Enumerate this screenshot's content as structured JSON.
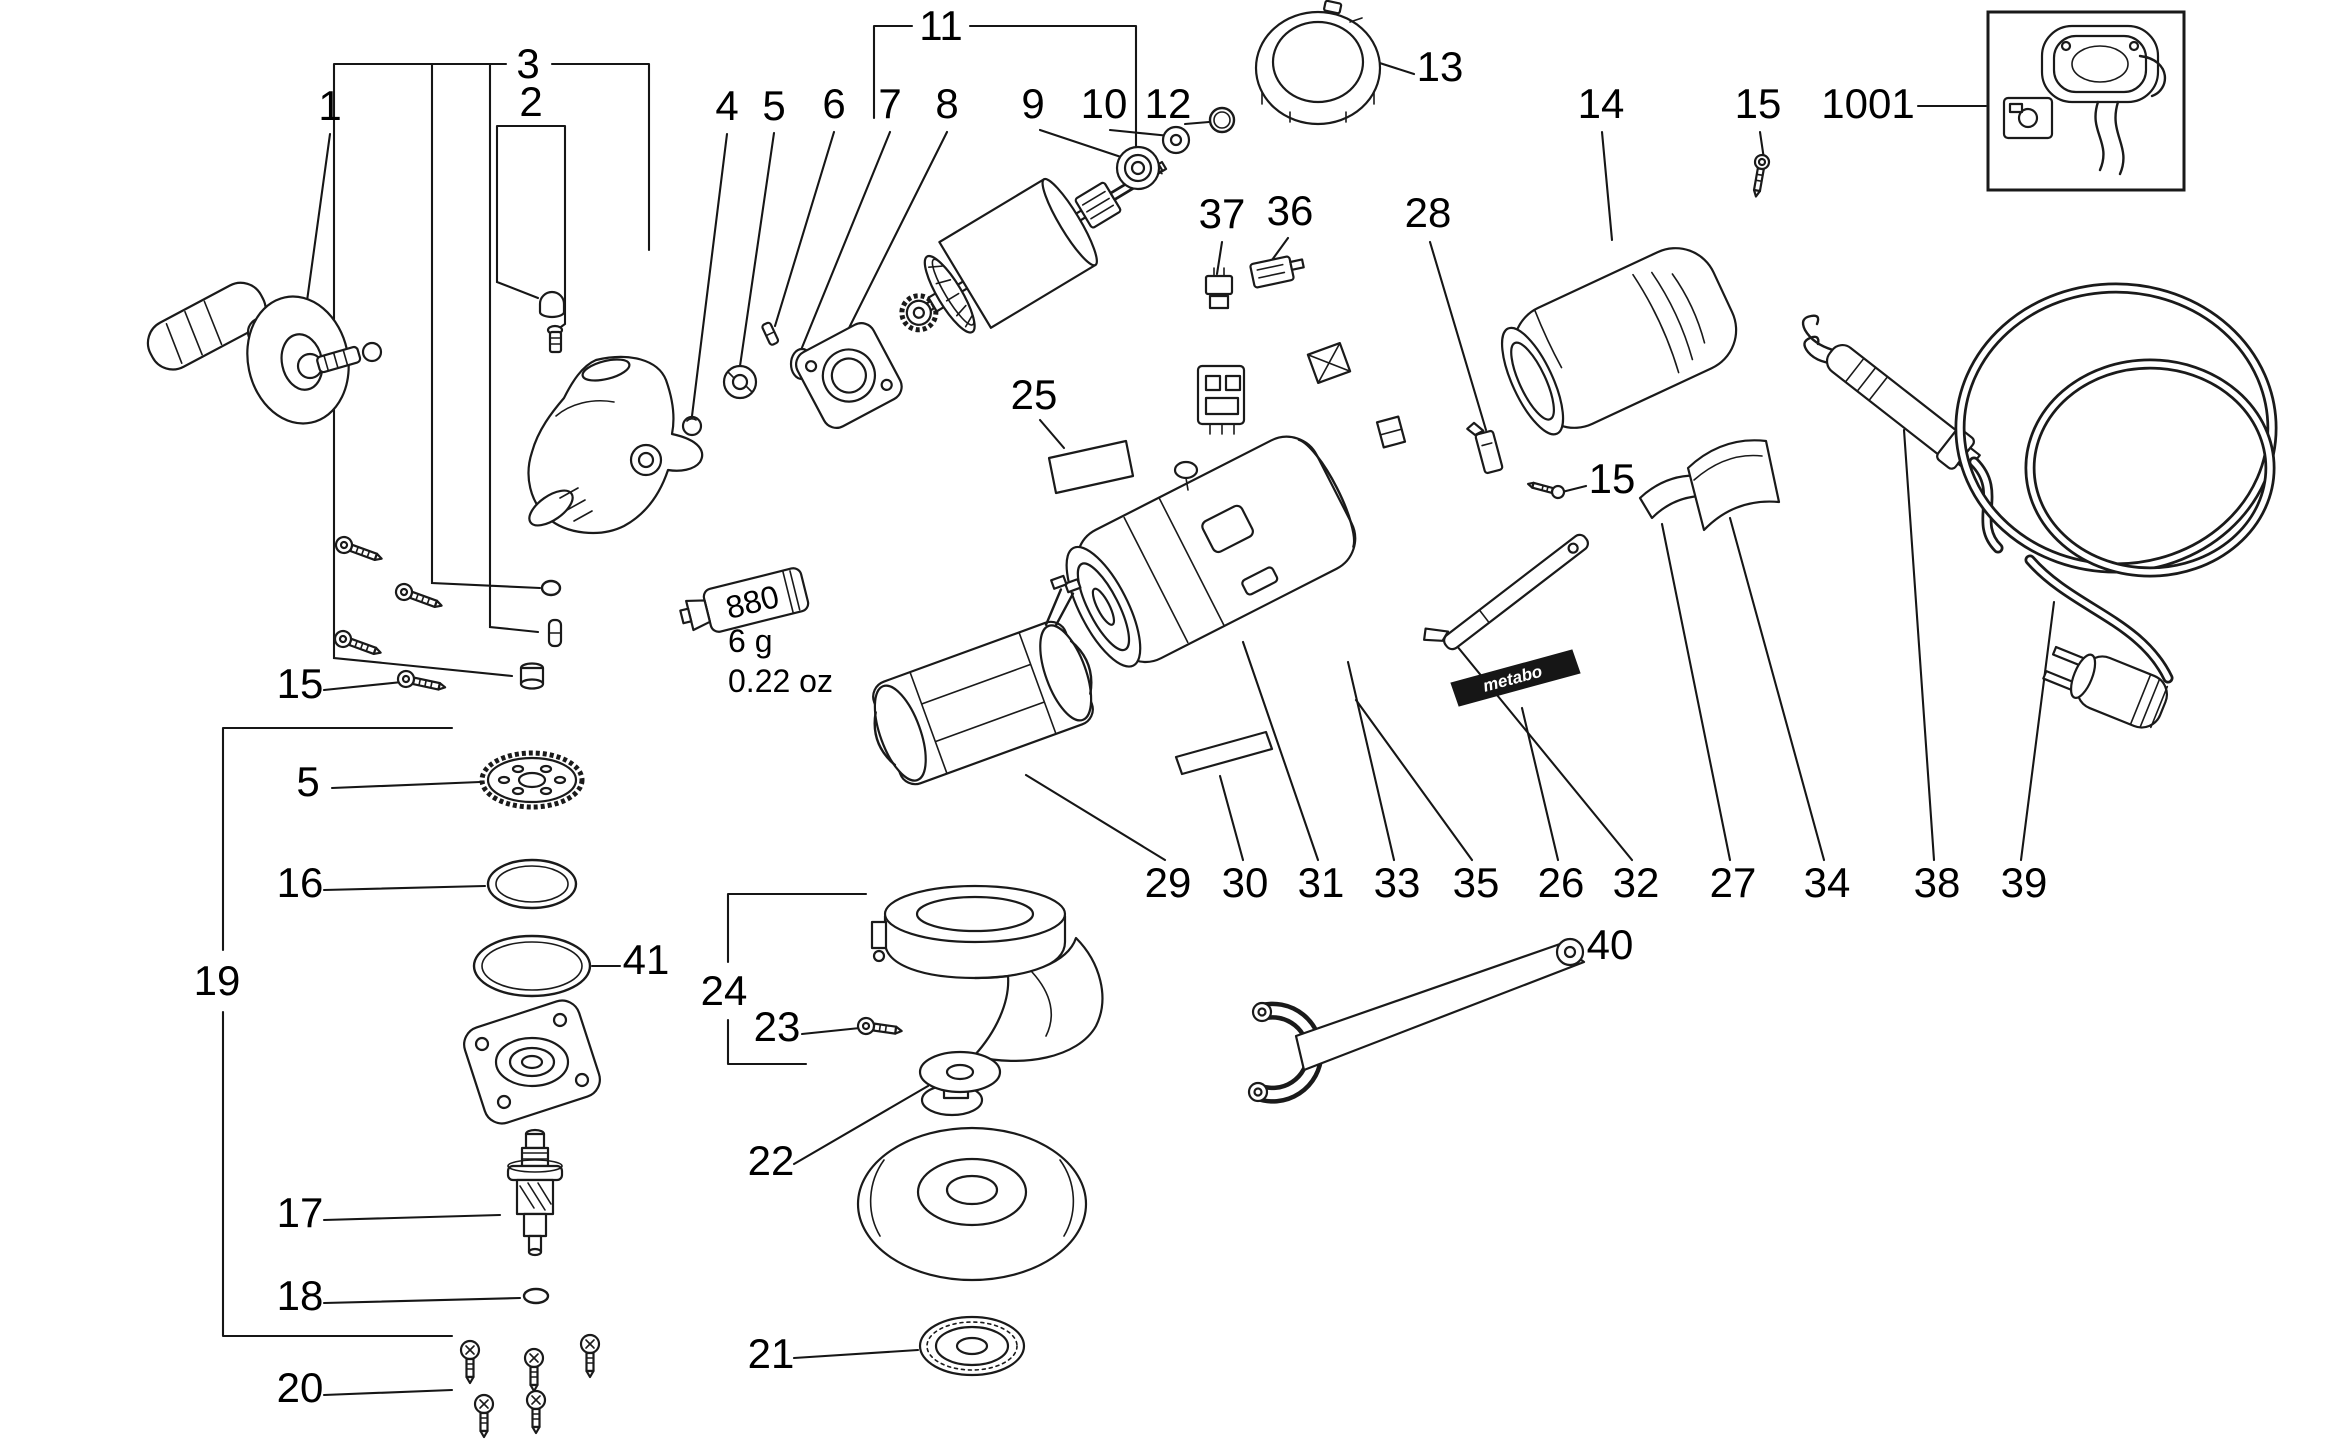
{
  "document": {
    "type": "exploded-parts-diagram",
    "product": "angle grinder"
  },
  "labels": {
    "1": "1",
    "2": "2",
    "3": "3",
    "4": "4",
    "5": "5",
    "6": "6",
    "7": "7",
    "8": "8",
    "9": "9",
    "10": "10",
    "11": "11",
    "12": "12",
    "13": "13",
    "14": "14",
    "15": "15",
    "16": "16",
    "17": "17",
    "18": "18",
    "19": "19",
    "20": "20",
    "21": "21",
    "22": "22",
    "23": "23",
    "24": "24",
    "25": "25",
    "26": "26",
    "27": "27",
    "28": "28",
    "29": "29",
    "30": "30",
    "31": "31",
    "32": "32",
    "33": "33",
    "34": "34",
    "35": "35",
    "36": "36",
    "37": "37",
    "38": "38",
    "39": "39",
    "40": "40",
    "41": "41",
    "1001": "1001"
  },
  "annotations": {
    "tube_code": "880",
    "weight_grams": "6 g",
    "weight_ounces": "0.22 oz",
    "brand": "metabo"
  },
  "colors": {
    "line": "#1a1a1a",
    "background": "#ffffff",
    "plate": "#161616"
  }
}
